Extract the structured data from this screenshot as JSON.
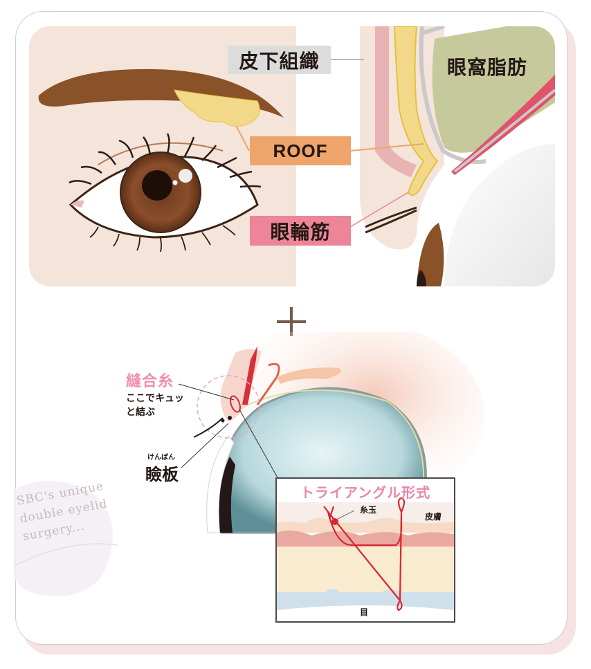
{
  "top_diagram": {
    "labels": {
      "subcutaneous_tissue": "皮下組織",
      "roof": "ROOF",
      "orbicularis_muscle": "眼輪筋",
      "orbital_fat": "眼窩脂肪"
    },
    "colors": {
      "skin_bg": "#f4e4da",
      "eyebrow": "#8a5228",
      "roof_fat": "#f2d98a",
      "orbital_fat": "#c6c99c",
      "muscle": "#e0536b",
      "label_gray": "#dcdcdc",
      "label_orange": "#eea46a",
      "label_pink": "#ec8598"
    }
  },
  "plus_sign": "+",
  "bottom_diagram": {
    "suture_label": "縫合糸",
    "suture_note_line1": "ここでキュッ",
    "suture_note_line2": "と結ぶ",
    "tarsus_furigana": "けんばん",
    "tarsus_label": "瞼板",
    "inset": {
      "title": "トライアングル形式",
      "knot_label": "糸玉",
      "skin_label": "皮膚",
      "eye_label": "目"
    },
    "colors": {
      "suture": "#d9262e",
      "title_pink": "#ea86ad",
      "eyeball": "#9fc6cc"
    }
  },
  "watermark": {
    "line1": "SBC's unique",
    "line2": "double eyelid",
    "line3": "surgery..."
  }
}
